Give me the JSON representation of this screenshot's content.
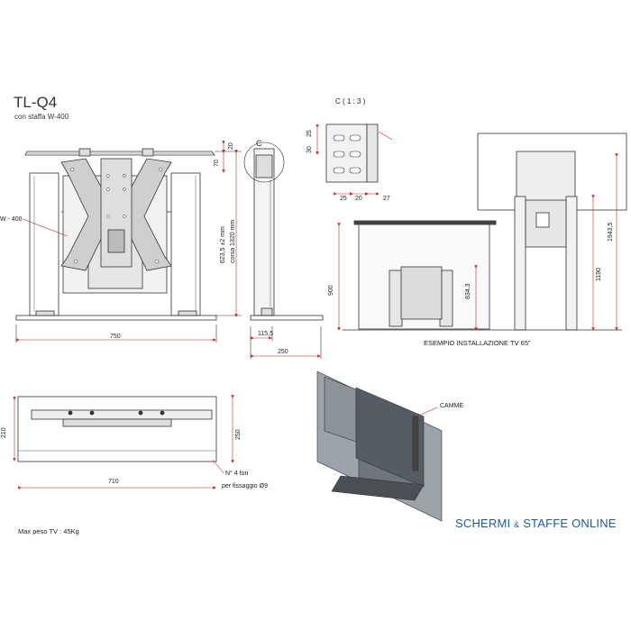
{
  "header": {
    "model": "TL-Q4",
    "subtitle": "con staffa W-400"
  },
  "front_view": {
    "vesa_label": "W - 400",
    "width_label": "750",
    "dim_top": "20",
    "dim_offset": "70",
    "stroke_label": "623,5 ±2 mm",
    "travel_label": "corsa 1320 mm"
  },
  "side_view": {
    "section_marker": "C",
    "depth_partial": "115,5",
    "depth_total": "250"
  },
  "detail_c": {
    "title": "C ( 1 : 3 )",
    "dim_30": "30",
    "dim_25v": "25",
    "dim_25h": "25",
    "dim_20": "20",
    "dim_27": "27"
  },
  "installation": {
    "dim_900": "900",
    "dim_834": "834,3",
    "dim_1190": "1190",
    "dim_1943": "1943,5",
    "caption": "ESEMPIO INSTALLAZIONE TV 65\""
  },
  "top_view": {
    "width_710": "710",
    "depth_210": "210",
    "depth_250": "250",
    "holes_line1": "N° 4 fori",
    "holes_line2": "per fissaggio Ø9"
  },
  "render": {
    "cam_label": "CAMME"
  },
  "footer": {
    "max_load": "Max peso TV : 45Kg",
    "brand_part1": "SCHERMI",
    "brand_amp": "&",
    "brand_part2": "STAFFE",
    "brand_part3": "ONLINE"
  },
  "colors": {
    "line": "#333333",
    "dimension_red": "#cc2222",
    "brand_blue": "#1f5a93"
  }
}
